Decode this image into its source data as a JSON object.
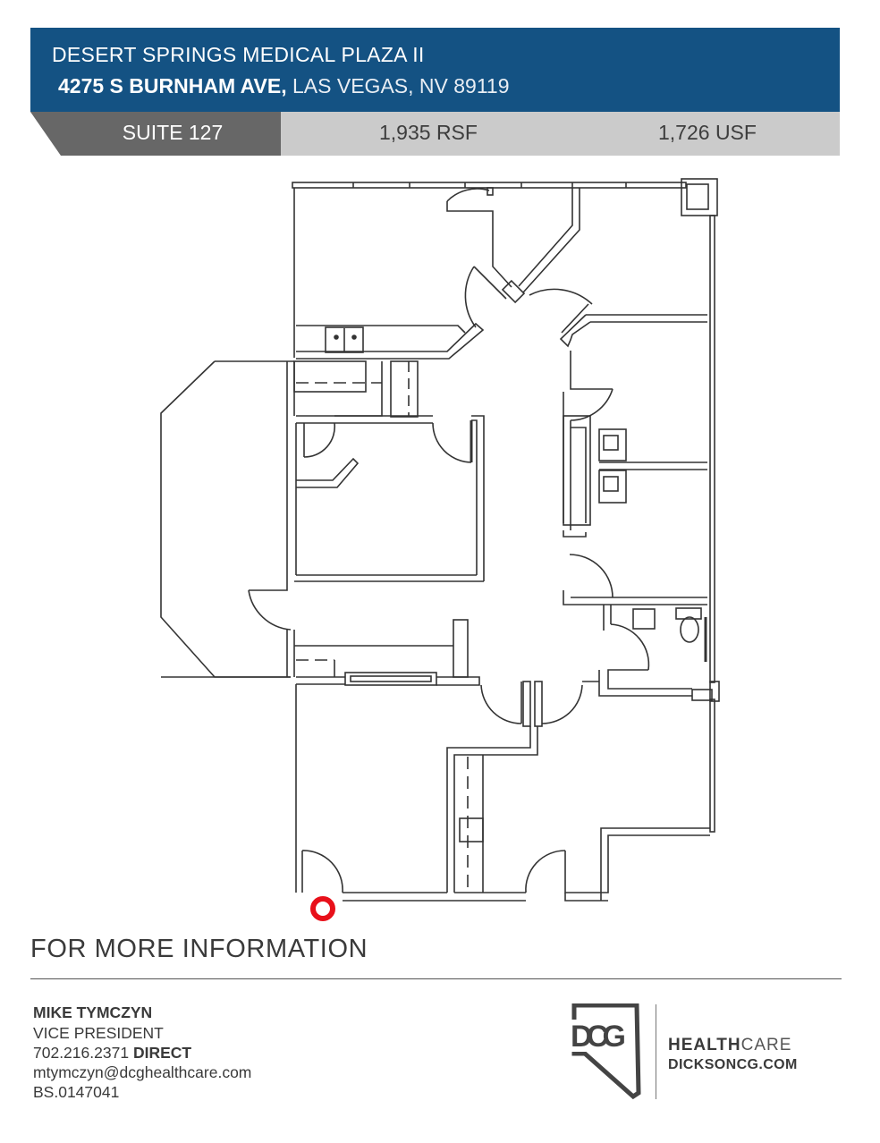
{
  "header": {
    "property_name": "DESERT SPRINGS MEDICAL PLAZA II",
    "street": "4275 S BURNHAM AVE,",
    "city_state_zip": "LAS VEGAS, NV 89119",
    "background_color": "#145283"
  },
  "suite_bar": {
    "suite": "SUITE 127",
    "rsf": "1,935 RSF",
    "usf": "1,726 USF",
    "suite_color": "#676767",
    "bar_color": "#cbcbcb"
  },
  "floor_plan": {
    "icon": "floor-plan-drawing",
    "entrance_marker": {
      "icon": "entrance-marker-icon",
      "color": "#e8101a"
    }
  },
  "contact": {
    "heading": "FOR MORE INFORMATION",
    "name": "MIKE TYMCZYN",
    "title": "VICE PRESIDENT",
    "phone": "702.216.2371",
    "phone_label": "DIRECT",
    "email": "mtymczyn@dcghealthcare.com",
    "license": "BS.0147041"
  },
  "brand": {
    "logo_text": "DCG",
    "line1_bold": "HEALTH",
    "line1_light": "CARE",
    "website": "DICKSONCG.COM"
  }
}
